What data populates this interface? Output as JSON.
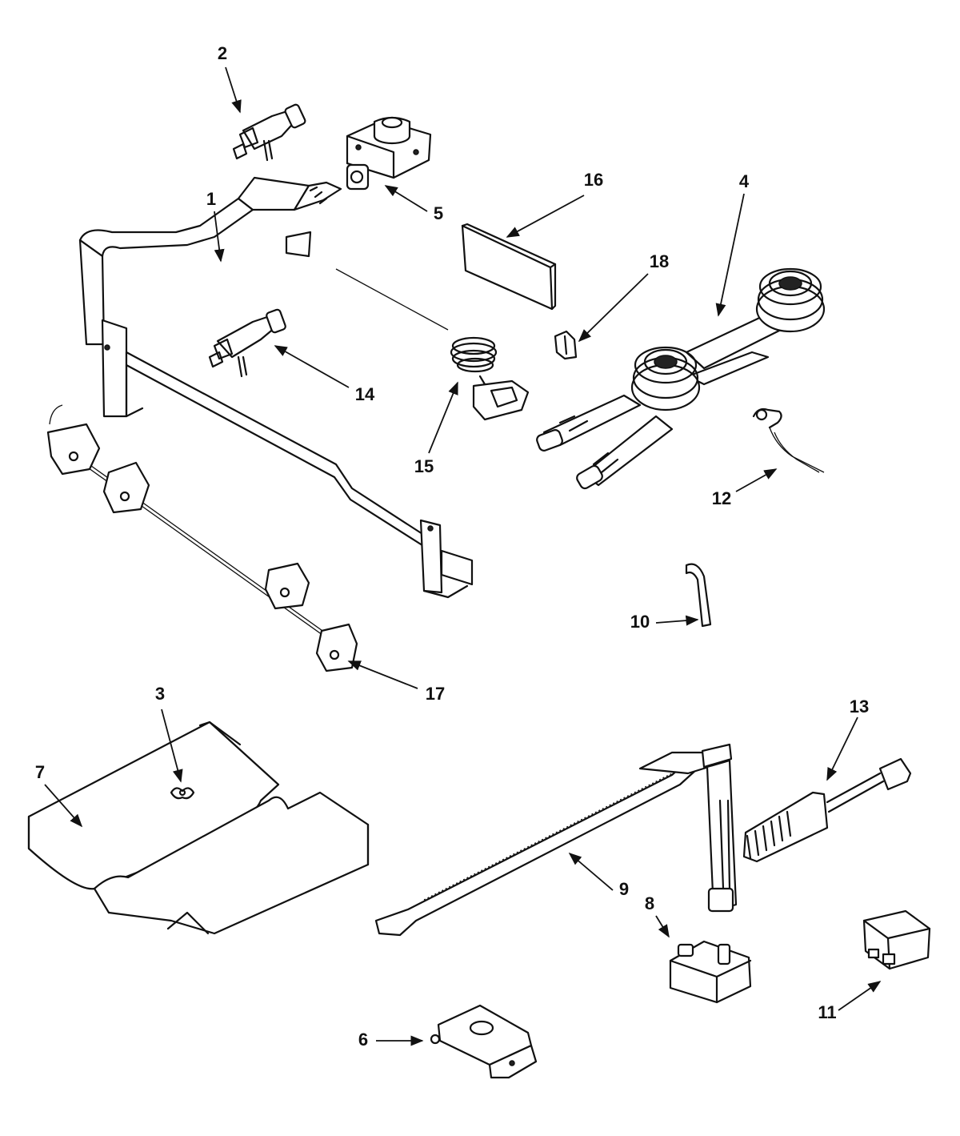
{
  "diagram": {
    "parts": [
      {
        "id": "1",
        "label": "1"
      },
      {
        "id": "2",
        "label": "2"
      },
      {
        "id": "3",
        "label": "3"
      },
      {
        "id": "4",
        "label": "4"
      },
      {
        "id": "5",
        "label": "5"
      },
      {
        "id": "6",
        "label": "6"
      },
      {
        "id": "7",
        "label": "7"
      },
      {
        "id": "8",
        "label": "8"
      },
      {
        "id": "9",
        "label": "9"
      },
      {
        "id": "10",
        "label": "10"
      },
      {
        "id": "11",
        "label": "11"
      },
      {
        "id": "12",
        "label": "12"
      },
      {
        "id": "13",
        "label": "13"
      },
      {
        "id": "14",
        "label": "14"
      },
      {
        "id": "15",
        "label": "15"
      },
      {
        "id": "16",
        "label": "16"
      },
      {
        "id": "17",
        "label": "17"
      },
      {
        "id": "18",
        "label": "18"
      }
    ]
  }
}
